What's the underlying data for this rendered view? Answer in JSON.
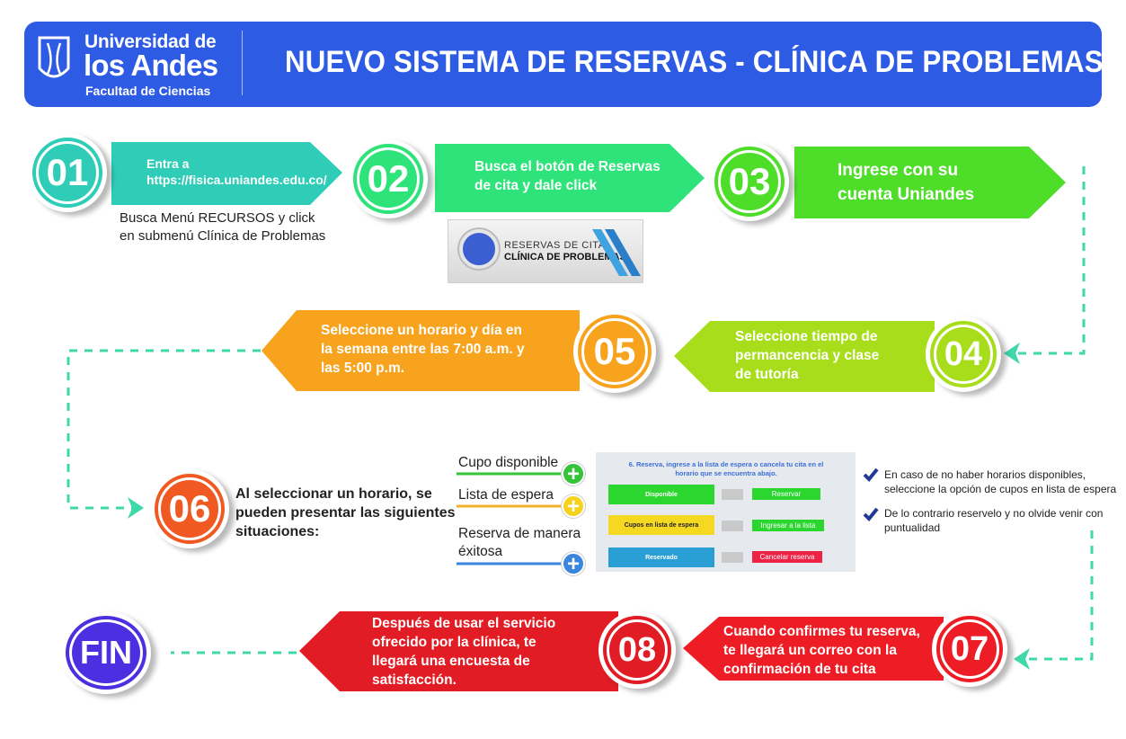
{
  "header": {
    "logo_line1": "Universidad de",
    "logo_line2": "los Andes",
    "logo_line3": "Facultad de Ciencias",
    "title": "NUEVO SISTEMA DE RESERVAS - CLÍNICA DE PROBLEMAS"
  },
  "colors": {
    "header": "#2d5be3",
    "step01": "#2fcdb8",
    "step02": "#2ee37a",
    "step03": "#4ede2a",
    "step04": "#a7dd1a",
    "step05": "#f7a31d",
    "step06": "#f05a22",
    "step07": "#ee1d25",
    "step08": "#e21c24",
    "fin": "#4b2fe0",
    "dash": "#3fd8a8"
  },
  "steps": {
    "s01": {
      "number": "01",
      "line1": "Entra a",
      "line2": "https://fisica.uniandes.edu.co/",
      "sub1": "Busca Menú RECURSOS y click",
      "sub2": "en submenú Clínica de Problemas"
    },
    "s02": {
      "number": "02",
      "line1": "Busca el botón de Reservas",
      "line2": "de cita y dale click"
    },
    "s03": {
      "number": "03",
      "line1": "Ingrese con su",
      "line2": "cuenta Uniandes"
    },
    "s04": {
      "number": "04",
      "line1": "Seleccione tiempo de",
      "line2": "permancencia y clase",
      "line3": "de tutoría"
    },
    "s05": {
      "number": "05",
      "line1": "Seleccione un horario y día en",
      "line2": "la semana entre las 7:00 a.m. y",
      "line3": "las 5:00 p.m."
    },
    "s06": {
      "number": "06",
      "line1": "Al seleccionar un horario, se",
      "line2": "pueden presentar las siguientes",
      "line3": "situaciones:"
    },
    "s07": {
      "number": "07",
      "line1": "Cuando confirmes tu reserva,",
      "line2": "te llegará un correo con la",
      "line3": "confirmación de tu cita"
    },
    "s08": {
      "number": "08",
      "line1": "Después de usar el servicio",
      "line2": "ofrecido por la clínica, te",
      "line3": "llegará una encuesta de",
      "line4": "satisfacción."
    },
    "fin": {
      "label": "FIN"
    }
  },
  "reserva_button": {
    "line1": "RESERVAS DE CITA",
    "line2": "CLÍNICA DE PROBLEMAS"
  },
  "legend": {
    "item1": "Cupo disponible",
    "item2": "Lista de espera",
    "item3a": "Reserva de manera",
    "item3b": "éxitosa"
  },
  "screenshot": {
    "title1": "6. Reserva, ingrese a la lista de espera o cancela tu cita en el",
    "title2": "horario que se encuentra abajo.",
    "row1_left": "Disponible",
    "row1_right": "Reservar",
    "row2_left": "Cupos en lista de espera",
    "row2_right": "Ingresar a la lista",
    "row3_left": "Reservado",
    "row3_right": "Cancelar reserva"
  },
  "notes": {
    "n1a": "En caso de no haber horarios disponibles,",
    "n1b": "seleccione la opción de cupos en lista de espera",
    "n2a": "De lo contrario reservelo y no olvide venir con",
    "n2b": "puntualidad"
  }
}
